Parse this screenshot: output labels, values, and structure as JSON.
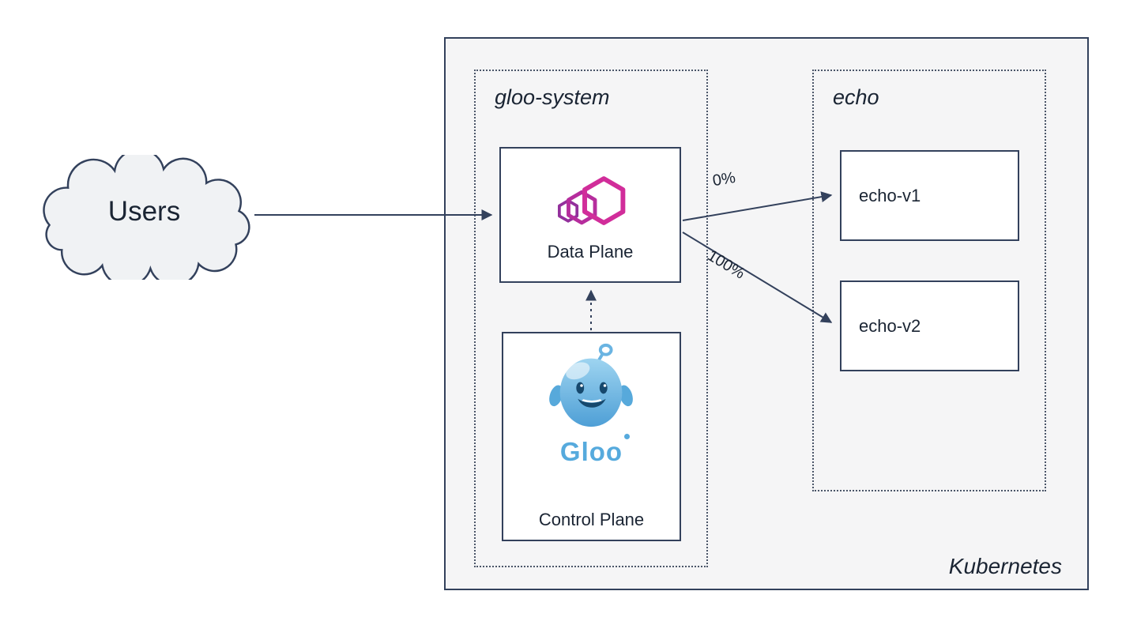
{
  "diagram": {
    "users_label": "Users",
    "kubernetes_label": "Kubernetes",
    "namespaces": {
      "gloo_system": {
        "label": "gloo-system"
      },
      "echo": {
        "label": "echo"
      }
    },
    "nodes": {
      "data_plane": {
        "label": "Data Plane",
        "icon": "gloo-gateway-icon"
      },
      "control_plane": {
        "label": "Control Plane",
        "icon": "gloo-mascot-icon",
        "logo_text": "Gloo"
      },
      "echo_v1": {
        "label": "echo-v1"
      },
      "echo_v2": {
        "label": "echo-v2"
      }
    },
    "edges": {
      "users_to_dataplane": {
        "from": "Users",
        "to": "Data Plane",
        "style": "solid",
        "label": ""
      },
      "dataplane_to_echo_v1": {
        "from": "Data Plane",
        "to": "echo-v1",
        "style": "solid",
        "label": "0%"
      },
      "dataplane_to_echo_v2": {
        "from": "Data Plane",
        "to": "echo-v2",
        "style": "solid",
        "label": "100%"
      },
      "controlplane_to_dataplane": {
        "from": "Control Plane",
        "to": "Data Plane",
        "style": "dotted",
        "label": ""
      }
    },
    "colors": {
      "outline": "#33415c",
      "cluster_background": "#f5f5f6",
      "gloo_magenta": "#d12d9a",
      "gloo_blue": "#56aadd"
    }
  }
}
